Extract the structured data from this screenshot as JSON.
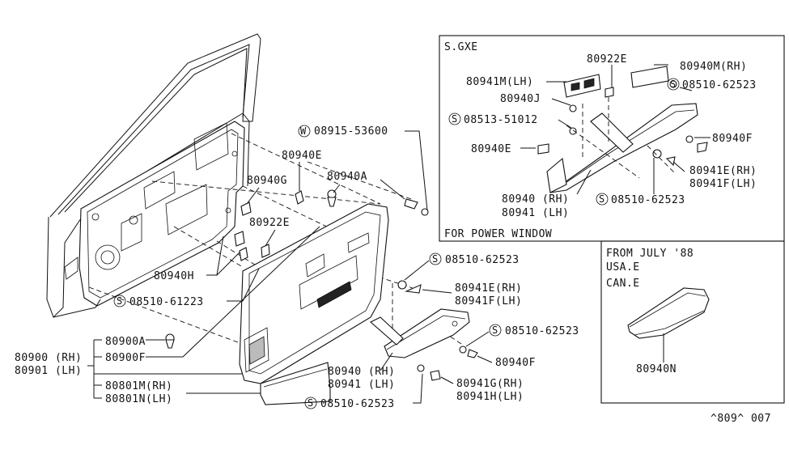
{
  "inset_power_window": {
    "title": "S.GXE",
    "caption": "FOR POWER WINDOW",
    "labels": {
      "p80922E": "80922E",
      "p80940M": "80940M(RH)",
      "p80941M": "80941M(LH)",
      "p08510a": "08510-62523",
      "p80940J": "80940J",
      "p08513": "08513-51012",
      "p80940F": "80940F",
      "p80940E": "80940E",
      "p80941E": "80941E(RH)",
      "p80941F": "80941F(LH)",
      "p80940rh": "80940 (RH)",
      "p80941lh": "80941 (LH)",
      "p08510b": "08510-62523"
    }
  },
  "inset_july88": {
    "line1": "FROM JULY '88",
    "line2": "USA.E",
    "line3": "CAN.E",
    "part": "80940N"
  },
  "main": {
    "labels": {
      "w08915": "08915-53600",
      "p80940E": "80940E",
      "p80940G": "80940G",
      "p80940A_top": "80940A",
      "p80922E": "80922E",
      "p80940H": "80940H",
      "s08510_61223": "08510-61223",
      "s08510_top": "08510-62523",
      "p80941E": "80941E(RH)",
      "p80941F": "80941F(LH)",
      "s08510_mid": "08510-62523",
      "p80940rh": "80940 (RH)",
      "p80941lh": "80941 (LH)",
      "p80940F": "80940F",
      "p80941G": "80941G(RH)",
      "p80941H": "80941H(LH)",
      "s08510_bot": "08510-62523",
      "p80900A": "80900A",
      "p80900F": "80900F",
      "p80900rh": "80900 (RH)",
      "p80901lh": "80901 (LH)",
      "p80801M": "80801M(RH)",
      "p80801N": "80801N(LH)"
    },
    "symbol_s": "S",
    "symbol_w": "W"
  },
  "footer": {
    "code": "^809^ 007"
  }
}
